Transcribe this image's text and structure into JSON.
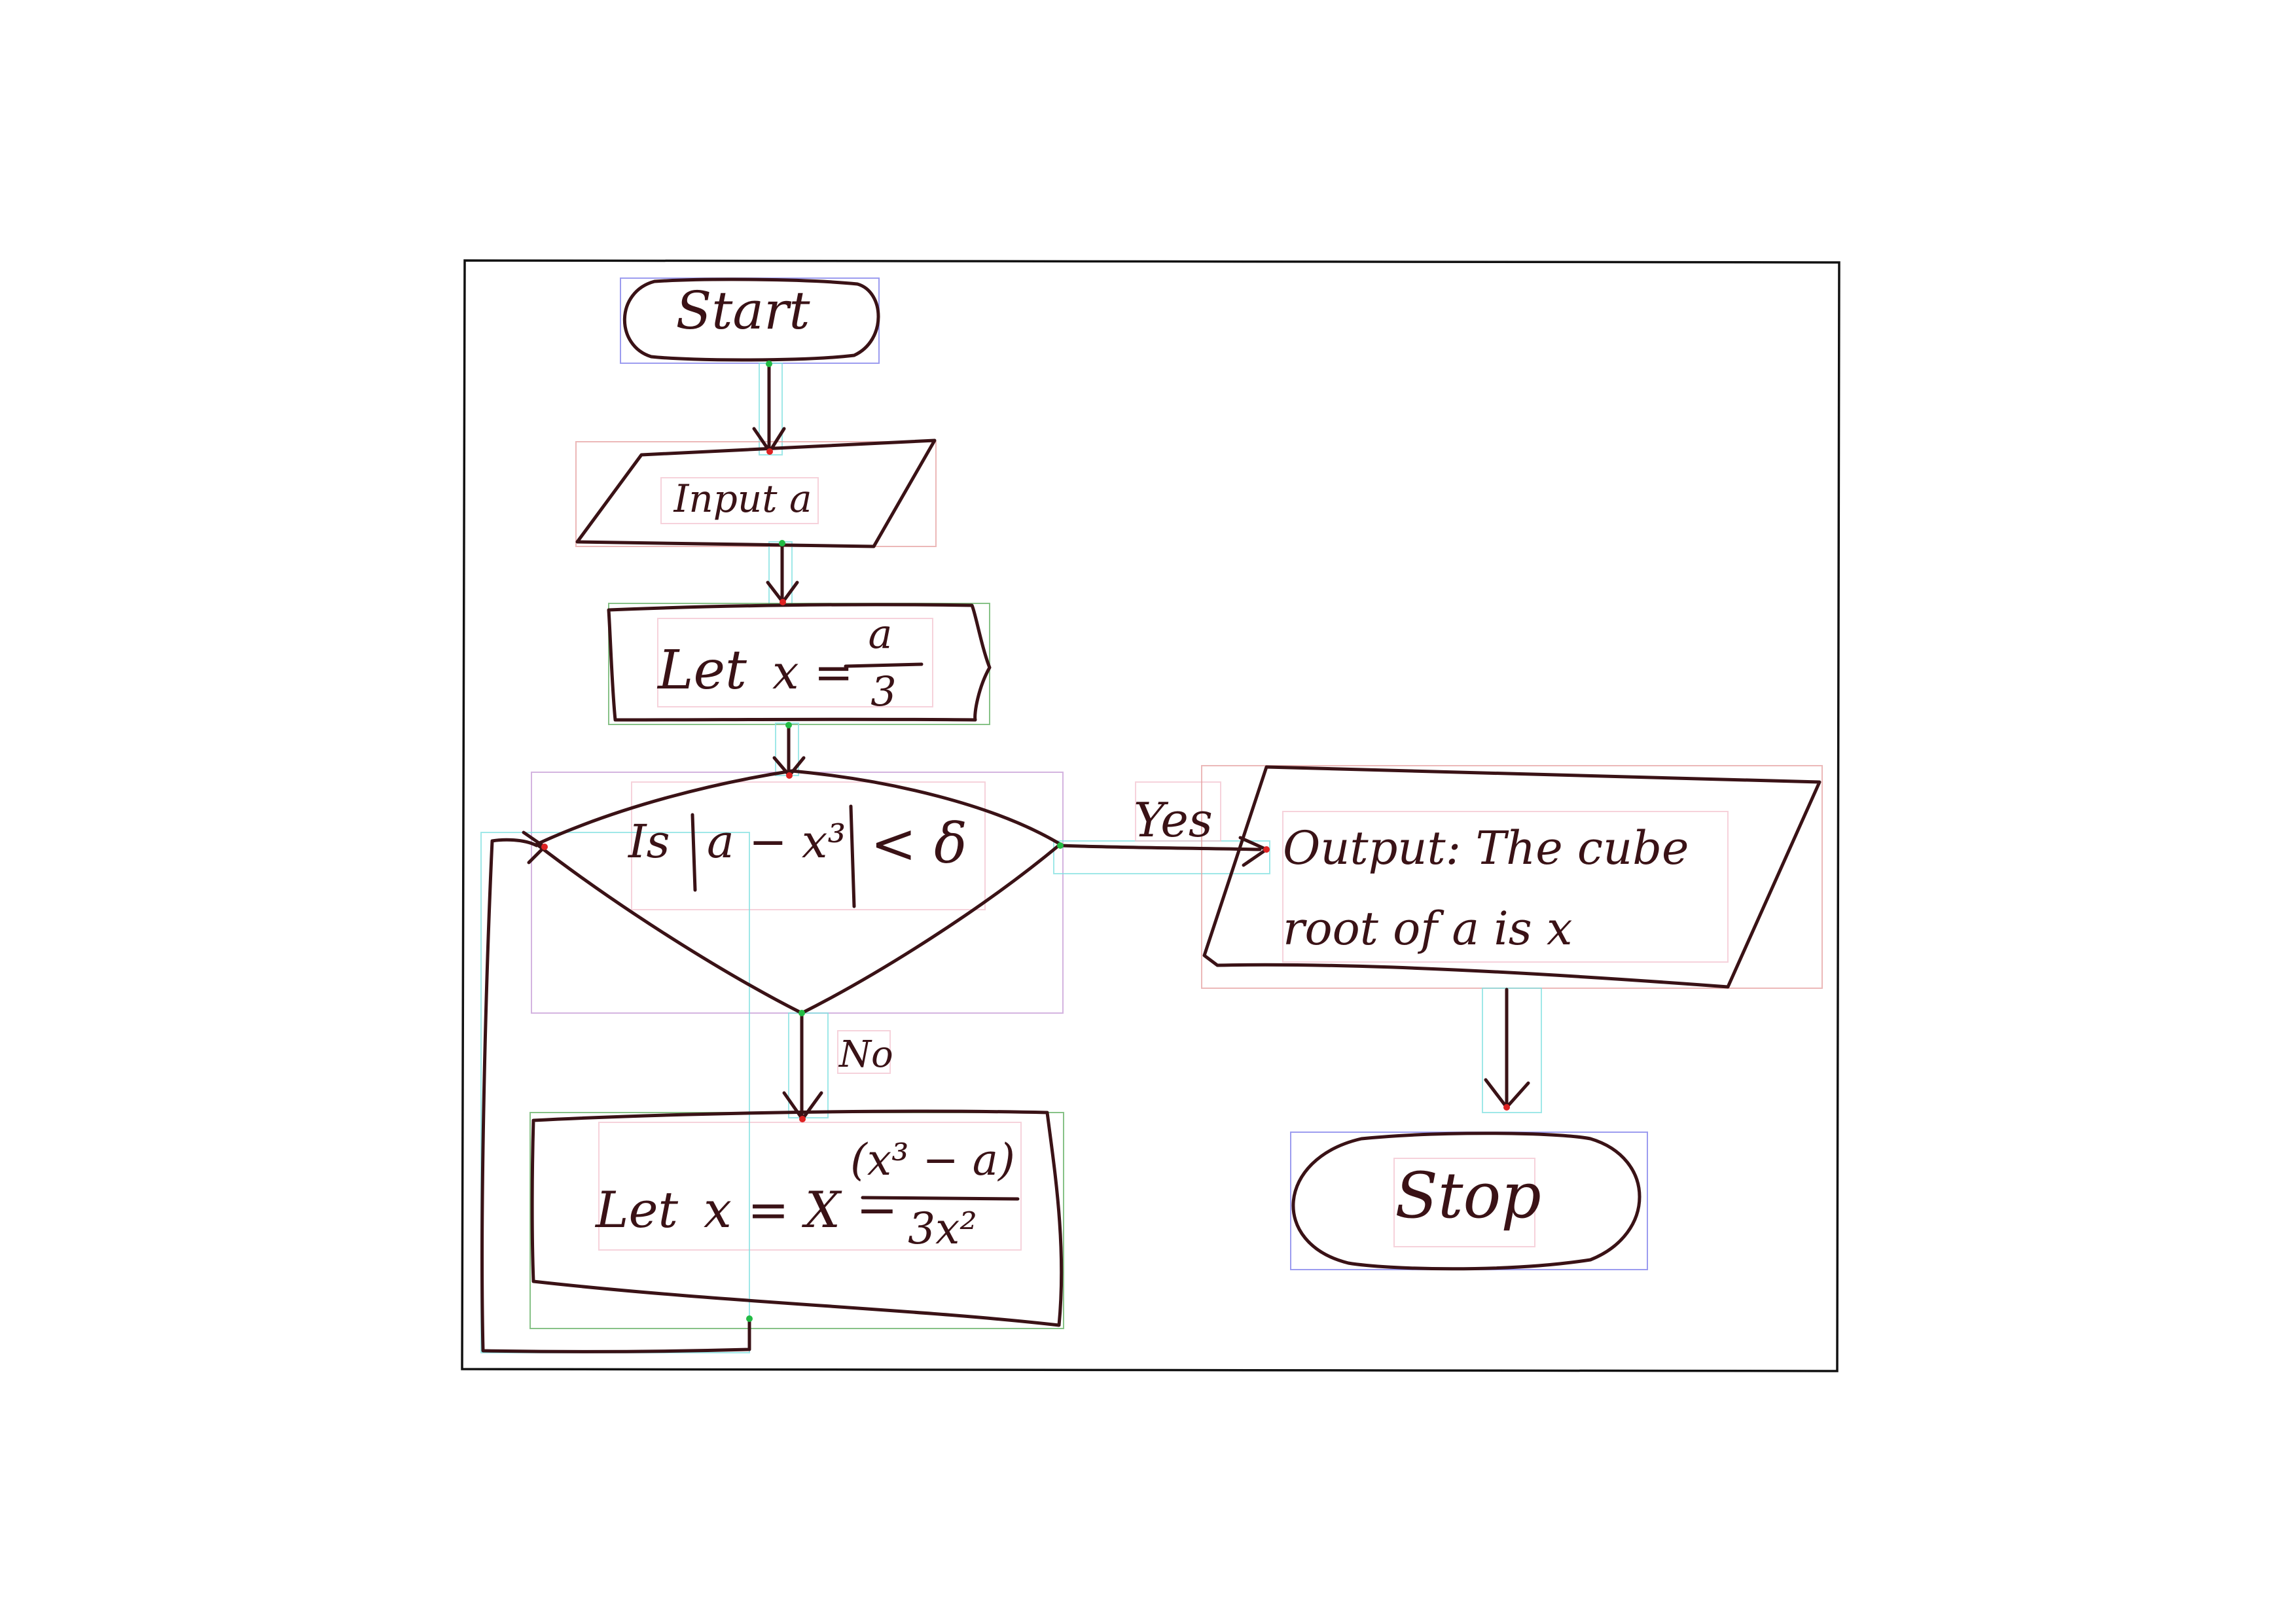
{
  "flowchart": {
    "start": "Start",
    "input": "Input a",
    "init_let": "Let",
    "init_x_eq": "x =",
    "init_num": "a",
    "init_den": "3",
    "decision_is": "Is",
    "decision_expr": "a − x³",
    "decision_lt": "< δ",
    "yes": "Yes",
    "no": "No",
    "output_line1": "Output: The cube",
    "output_line2": "root of a is x",
    "update_let": "Let",
    "update_x_eq": "x = X −",
    "update_num": "(x³ − a)",
    "update_den": "3x²",
    "stop": "Stop"
  },
  "colors": {
    "ink": "#3a1216",
    "frame": "#111111",
    "annotation_blue": "#7b7bea",
    "annotation_red": "#e6a0a0",
    "annotation_green": "#5fae5f",
    "annotation_purple": "#c69bd6",
    "annotation_cyan": "#7fe0e0"
  }
}
